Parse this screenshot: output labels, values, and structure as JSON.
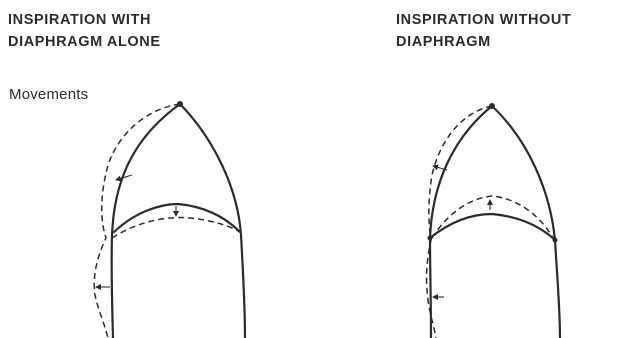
{
  "panels": [
    {
      "title_line1": "INSPIRATION WITH",
      "title_line2": "DIAPHRAGM ALONE"
    },
    {
      "title_line1": "INSPIRATION WITHOUT",
      "title_line2": "DIAPHRAGM"
    }
  ],
  "movements_label": "Movements"
}
